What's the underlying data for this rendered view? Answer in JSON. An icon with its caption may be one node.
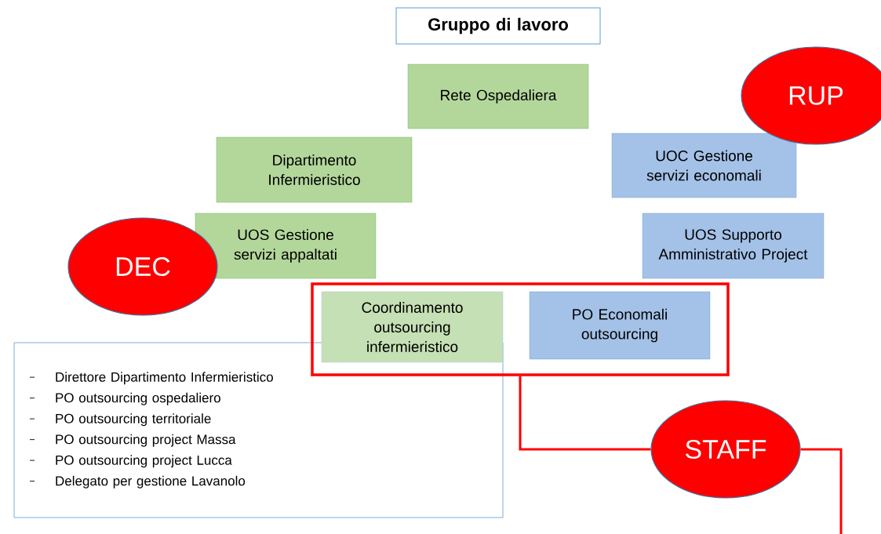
{
  "diagram": {
    "nodes": [
      {
        "text": [
          "Gruppo di lavoro"
        ]
      },
      {
        "text": [
          "RUP"
        ]
      },
      {
        "text": [
          "Rete Ospedaliera"
        ]
      },
      {
        "text": [
          "Dipartimento Infermieristico"
        ]
      },
      {
        "text": [
          "UOC Gestione servizi economali"
        ]
      },
      {
        "text": [
          "DEC"
        ]
      },
      {
        "text": [
          "UOS Gestione servizi appaltati"
        ]
      },
      {
        "text": [
          "UOS Supporto Amministrativo Project"
        ]
      },
      {
        "text": [],
        "shape": "box"
      },
      {
        "text": [
          "Coordinamento outsourcing infermieristico"
        ],
        "in": 8
      },
      {
        "text": [
          "PO Economali outsourcing"
        ],
        "in": 8
      },
      {
        "text": [
          "Direttore Dipartimento Infermieristico",
          "PO outsourcing ospedaliero",
          "PO outsourcing territoriale",
          "PO outsourcing project Massa",
          "PO outsourcing project Lucca",
          "Delegato per gestione Lavanolo"
        ]
      },
      {
        "text": [
          "STAFF"
        ]
      }
    ],
    "edges": [
      {
        "from": 8,
        "to": 12,
        "arrow": "none"
      },
      {
        "from": 12,
        "to": null,
        "arrow": "none"
      }
    ]
  }
}
